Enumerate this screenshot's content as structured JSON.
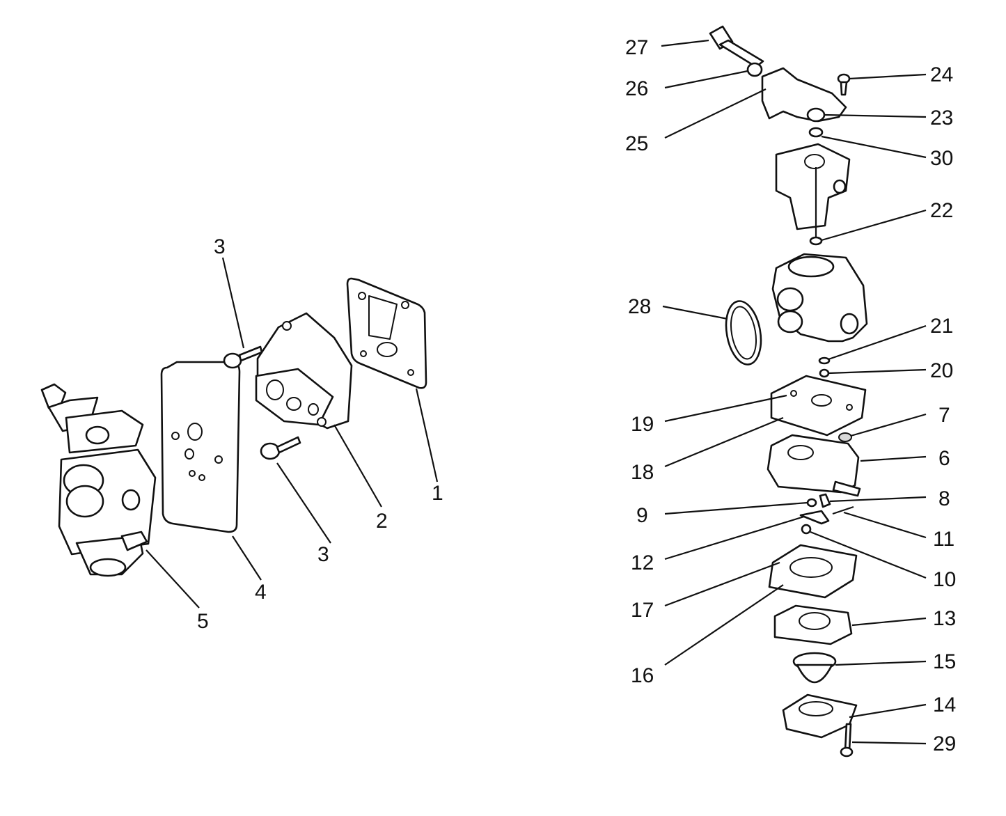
{
  "callouts": {
    "c1": "1",
    "c2": "2",
    "c3a": "3",
    "c3b": "3",
    "c4": "4",
    "c5": "5",
    "c6": "6",
    "c7": "7",
    "c8": "8",
    "c9": "9",
    "c10": "10",
    "c11": "11",
    "c12": "12",
    "c13": "13",
    "c14": "14",
    "c15": "15",
    "c16": "16",
    "c17": "17",
    "c18": "18",
    "c19": "19",
    "c20": "20",
    "c21": "21",
    "c22": "22",
    "c23": "23",
    "c24": "24",
    "c25": "25",
    "c26": "26",
    "c27": "27",
    "c28": "28",
    "c29": "29",
    "c30": "30"
  },
  "colors": {
    "ink": "#111111",
    "paper": "#ffffff"
  }
}
